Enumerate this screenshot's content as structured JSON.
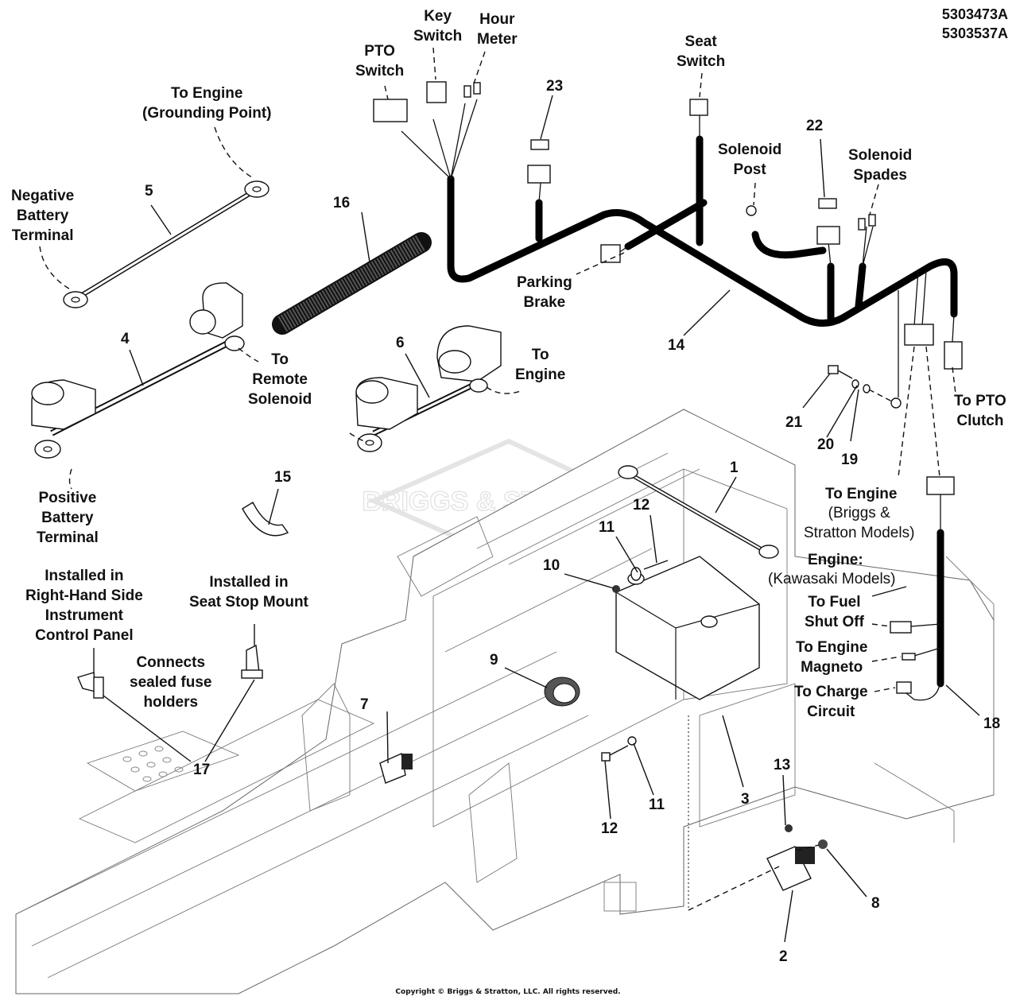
{
  "diagram": {
    "title": "Electrical System Parts Diagram",
    "part_numbers": [
      "5303473A",
      "5303537A"
    ],
    "copyright": "Copyright © Briggs & Stratton, LLC. All rights reserved.",
    "watermark": "BRIGGS & STRATTON",
    "callouts": {
      "n1": "1",
      "n2": "2",
      "n3": "3",
      "n4": "4",
      "n5": "5",
      "n6": "6",
      "n7": "7",
      "n8": "8",
      "n9": "9",
      "n10": "10",
      "n11a": "11",
      "n11b": "11",
      "n12a": "12",
      "n12b": "12",
      "n13": "13",
      "n14": "14",
      "n15": "15",
      "n16": "16",
      "n17": "17",
      "n18": "18",
      "n19": "19",
      "n20": "20",
      "n21": "21",
      "n22": "22",
      "n23": "23"
    },
    "labels": {
      "key_switch": "Key\nSwitch",
      "hour_meter": "Hour\nMeter",
      "pto_switch": "PTO\nSwitch",
      "seat_switch": "Seat\nSwitch",
      "to_engine_ground": "To Engine\n(Grounding Point)",
      "negative_battery": "Negative\nBattery\nTerminal",
      "solenoid_post": "Solenoid\nPost",
      "solenoid_spades": "Solenoid\nSpades",
      "parking_brake": "Parking\nBrake",
      "to_remote_solenoid": "To\nRemote\nSolenoid",
      "to_engine": "To\nEngine",
      "to_pto_clutch": "To PTO\nClutch",
      "positive_battery": "Positive\nBattery\nTerminal",
      "to_engine_bs_title": "To Engine",
      "to_engine_bs_sub": "(Briggs &\nStratton Models)",
      "engine_kawasaki_title": "Engine:",
      "engine_kawasaki_sub": "(Kawasaki Models)",
      "to_fuel_shutoff": "To Fuel\nShut Off",
      "to_engine_magneto": "To Engine\nMagneto",
      "to_charge_circuit": "To Charge\nCircuit",
      "installed_rh_panel": "Installed in\nRight-Hand Side\nInstrument\nControl Panel",
      "installed_seat_stop": "Installed in\nSeat Stop Mount",
      "connects_fuse": "Connects\nsealed fuse\nholders"
    }
  }
}
